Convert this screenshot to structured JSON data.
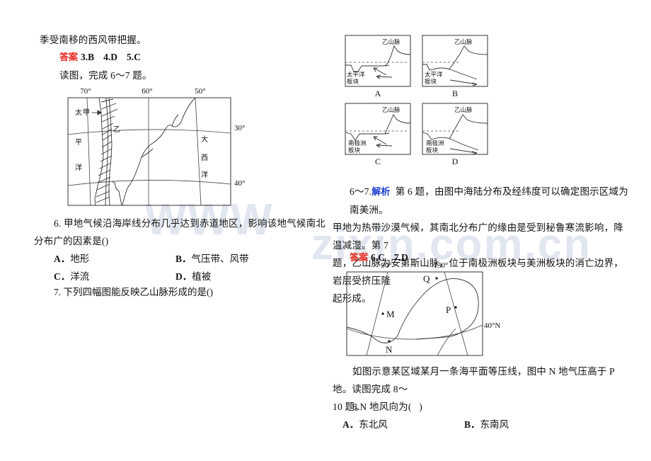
{
  "watermark": {
    "left": "WWW",
    "right": "zixin.com.cn"
  },
  "left_column": {
    "lead_text": "季受南移的西风带把握。",
    "answer_tag": "答案",
    "answer_items": [
      "3.B",
      "4.D",
      "5.C"
    ],
    "read_prompt": "读图，完成 6～7 题。",
    "map_figure": {
      "name": "south-america-coast-map",
      "lon_labels": [
        "70°",
        "60°",
        "50°"
      ],
      "lat_labels": [
        "30°",
        "40°"
      ],
      "ocean_left": "太平洋",
      "ocean_right": "大西洋",
      "point_a": "甲",
      "point_b": "乙"
    },
    "q6": {
      "number": "6.",
      "stem": "甲地气候沿海岸线分布几乎达到赤道地区，影响该地气候南北分布广的因素是(",
      "stem_end": ")",
      "options": [
        {
          "key": "A．",
          "text": "地形"
        },
        {
          "key": "B．",
          "text": "气压带、风带"
        },
        {
          "key": "C．",
          "text": "洋流"
        },
        {
          "key": "D．",
          "text": "植被"
        }
      ]
    },
    "q7": {
      "number": "7.",
      "stem": "下列四幅图能反映乙山脉形成的是(",
      "stem_end": ")"
    }
  },
  "right_column": {
    "plate_figure": {
      "name": "plate-tectonics-options",
      "panels": [
        {
          "label": "A",
          "mountain": "乙山脉",
          "plate": "太平洋\n板块",
          "plate_line1": "太平洋",
          "plate_line2": "板块",
          "arrow_dir": "down-left"
        },
        {
          "label": "B",
          "mountain": "乙山脉",
          "plate_line1": "太平洋",
          "plate_line2": "板块",
          "arrow_dir": "down-right"
        },
        {
          "label": "C",
          "mountain": "乙山脉",
          "plate_line1": "南极洲",
          "plate_line2": "板块",
          "arrow_dir": "down-left"
        },
        {
          "label": "D",
          "mountain": "乙山脉",
          "plate_line1": "南极洲",
          "plate_line2": "板块",
          "arrow_dir": "down-right"
        }
      ]
    },
    "analysis": {
      "range": "6～7.",
      "tag": "解析",
      "line1": "第 6 题，由图中海陆分布及经纬度可以确定图示区域为南美洲。",
      "line2": "甲地为热带沙漠气候，其南北分布广的缘由是受到秘鲁寒流影响，降温减湿。第 7",
      "line3": "题，乙山脉为安第斯山脉，位于南极洲板块与美洲板块的消亡边界，岩层受挤压隆",
      "line4": "起形成。"
    },
    "answer_tag": "答案",
    "answer_items": [
      "6.C",
      "7.D"
    ],
    "isobar_figure": {
      "name": "isobar-region-map",
      "lon_labels": [
        "90°",
        "130°"
      ],
      "lat_label": "40°N",
      "points": [
        "M",
        "N",
        "P",
        "Q"
      ]
    },
    "lead_text_line1": "如图示意某区域某月一条海平面等压线，图中 N 地气压高于 P 地。读图完成 8～",
    "lead_text_line2": "10 题。",
    "q8": {
      "number": "8.",
      "stem": "N 地风向为(",
      "stem_end": ")",
      "options": [
        {
          "key": "A．",
          "text": "东北风"
        },
        {
          "key": "B．",
          "text": "东南风"
        }
      ]
    }
  }
}
